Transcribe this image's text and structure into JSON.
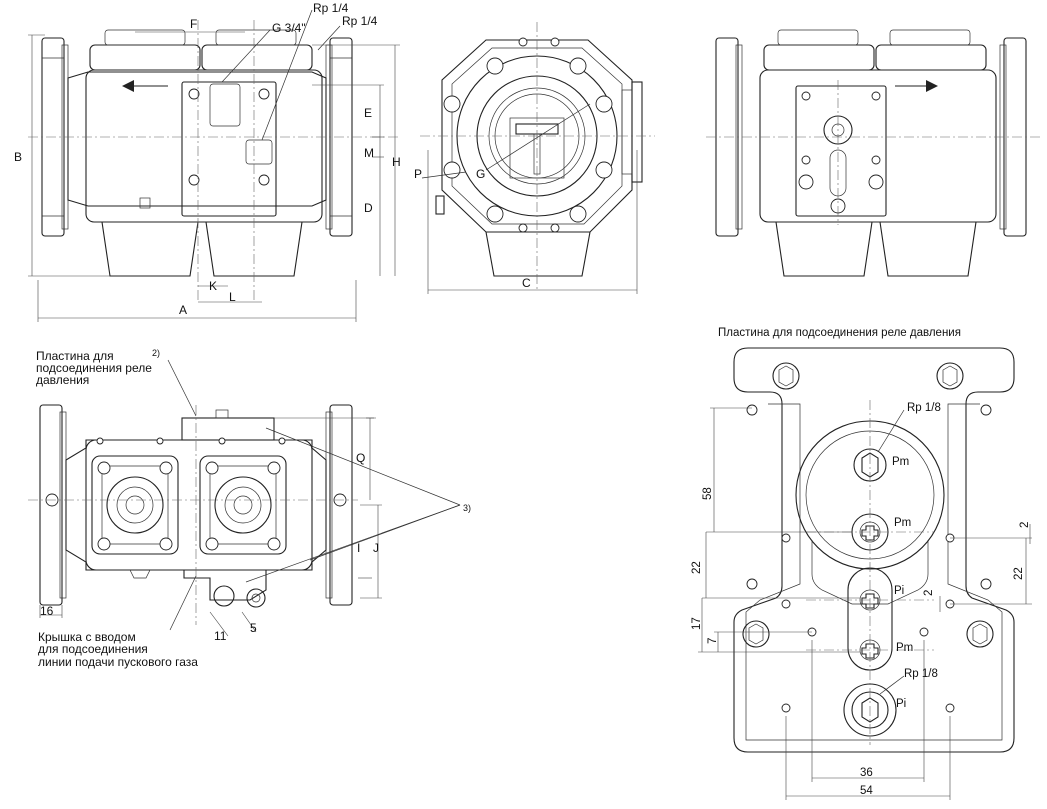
{
  "labels": {
    "F": "F",
    "G34": "G 3/4\"",
    "Rp14a": "Rp 1/4",
    "Rp14b": "Rp 1/4",
    "B": "B",
    "E": "E",
    "M": "M",
    "H": "H",
    "D": "D",
    "K": "K",
    "L": "L",
    "A": "A",
    "C": "C",
    "P": "P",
    "G": "G",
    "Q": "Q",
    "I": "I",
    "J": "J",
    "n16": "16",
    "n11": "11",
    "n5": "5",
    "note2": "2)",
    "note3": "3)"
  },
  "notes": {
    "plate_line1": "Пластина для",
    "plate_line2": "подсоединения реле",
    "plate_line3": "давления",
    "cover_line1": "Крышка с вводом",
    "cover_line2": "для подсоединения",
    "cover_line3": "линии подачи пускового газа"
  },
  "detail": {
    "title": "Пластина для подсоединения реле давления",
    "rp18_top": "Rp 1/8",
    "rp18_bot": "Rp 1/8",
    "pm1": "Pm",
    "pm2": "Pm",
    "pi1": "Pi",
    "pm3": "Pm",
    "pi2": "Pi",
    "d58": "58",
    "d22a": "22",
    "d17": "17",
    "d7": "7",
    "d2a": "2",
    "d2b": "2",
    "d22b": "22",
    "d36": "36",
    "d54": "54"
  }
}
